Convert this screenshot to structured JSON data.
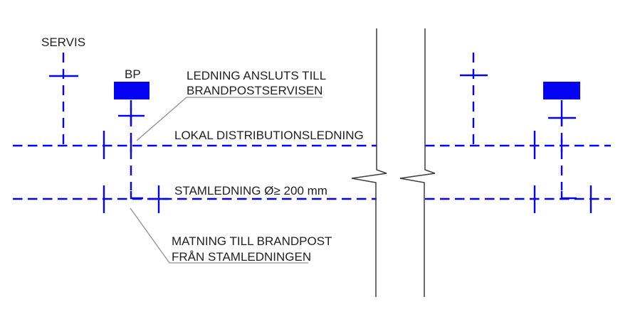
{
  "diagram": {
    "type": "technical-schematic",
    "language": "Swedish",
    "subject": "Fire hydrant connection to local water distribution network",
    "labels": {
      "servis": "SERVIS",
      "bp": "BP",
      "ledning_ansluts_line1": "LEDNING ANSLUTS TILL",
      "ledning_ansluts_line2": "BRANDPOSTSERVISEN",
      "lokal_distributionsledning": "LOKAL DISTRIBUTIONSLEDNING",
      "stamledning": "STAMLEDNING Ø≥ 200 mm",
      "matning_line1": "MATNING TILL BRANDPOST",
      "matning_line2": "FRÅN STAMLEDNINGEN"
    },
    "symbols": {
      "hydrant_left": "filled blue rectangle (BP - brandpost)",
      "hydrant_right": "filled blue rectangle (BP - brandpost)",
      "break_marks": "two vertical black lines with zigzag break symbols"
    },
    "colors": {
      "pipe_blue": "#0404F2",
      "break_line_black": "#3D3D3D",
      "leader_gray": "#8F8F8F",
      "text_black": "#1F1F1F",
      "background": "#FFFFFF"
    }
  }
}
